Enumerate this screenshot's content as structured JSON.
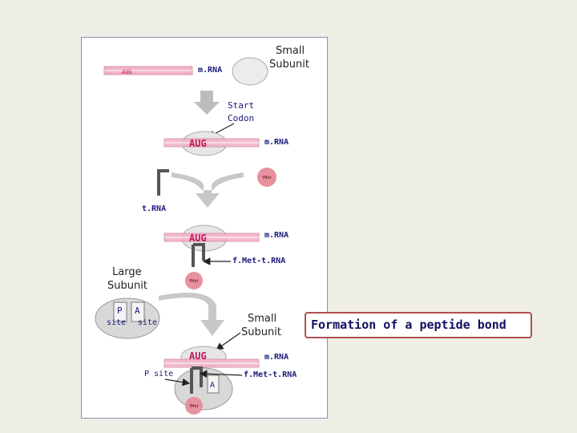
{
  "diagram": {
    "aug": "AUG",
    "mrna": "m.RNA",
    "small_subunit_line1": "Small",
    "small_subunit_line2": "Subunit",
    "start_codon_line1": "Start",
    "start_codon_line2": "Codon",
    "fmet": "fMet",
    "trna": "t.RNA",
    "fmet_trna": "f.Met-t.RNA",
    "large_subunit_line1": "Large",
    "large_subunit_line2": "Subunit",
    "p": "P",
    "a": "A",
    "site": "site",
    "p_site": "P site"
  },
  "caption": "Formation of a peptide bond",
  "colors": {
    "mrna_strand": "#f2b4c8",
    "aug_text": "#c0185a",
    "label_text": "#1a1a7a",
    "subunit_fill": "#d8d8d8",
    "fmet_ball": "#e7909e",
    "trna": "#555555",
    "flow_arrow": "#bdbdbd",
    "caption_border": "#b0504e"
  }
}
